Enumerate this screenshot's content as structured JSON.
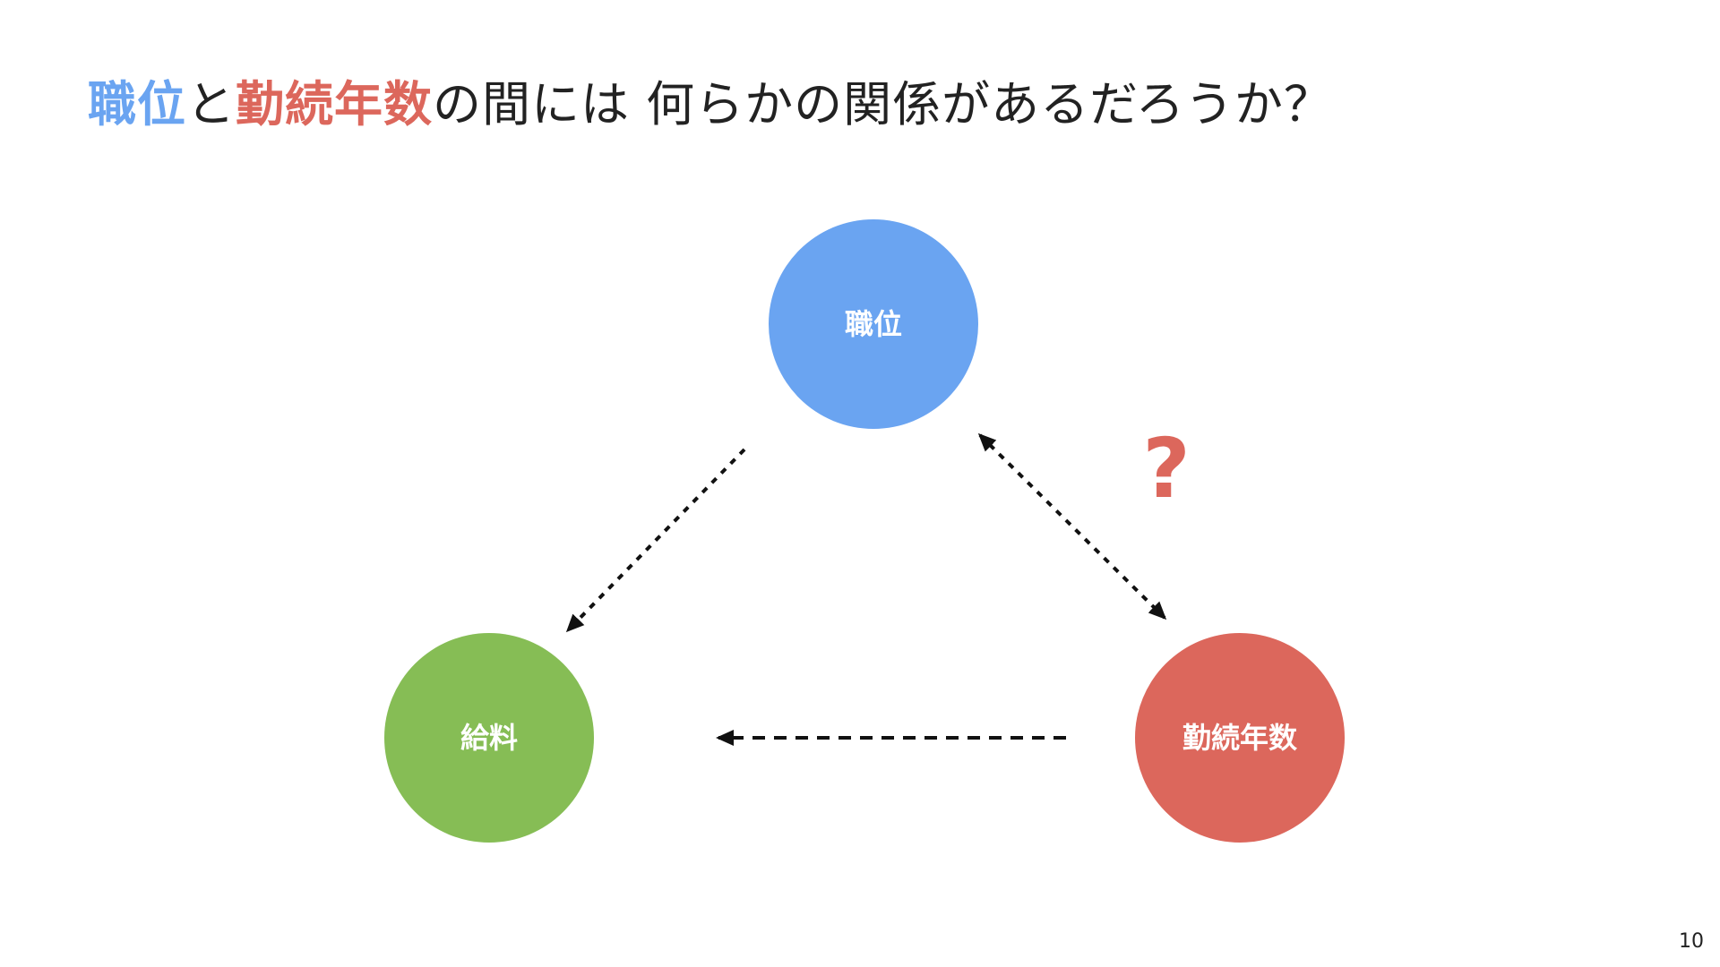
{
  "slide": {
    "title_parts": {
      "term_a": "職位",
      "connector": "と",
      "term_b": "勤続年数",
      "rest": "の間には 何らかの関係があるだろうか？"
    },
    "page_number": "10"
  },
  "diagram": {
    "nodes": [
      {
        "id": "position",
        "label": "職位",
        "color": "#6aa4f1"
      },
      {
        "id": "salary",
        "label": "給料",
        "color": "#86bd55"
      },
      {
        "id": "tenure",
        "label": "勤続年数",
        "color": "#dc675c"
      }
    ],
    "edges": [
      {
        "from": "position",
        "to": "salary",
        "style": "dotted",
        "direction": "one-way"
      },
      {
        "from": "position",
        "to": "tenure",
        "style": "dotted",
        "direction": "two-way"
      },
      {
        "from": "tenure",
        "to": "salary",
        "style": "dashed",
        "direction": "one-way"
      }
    ],
    "question_mark": {
      "text": "?",
      "color": "#dc675c"
    },
    "arrow_color": "#111111"
  }
}
